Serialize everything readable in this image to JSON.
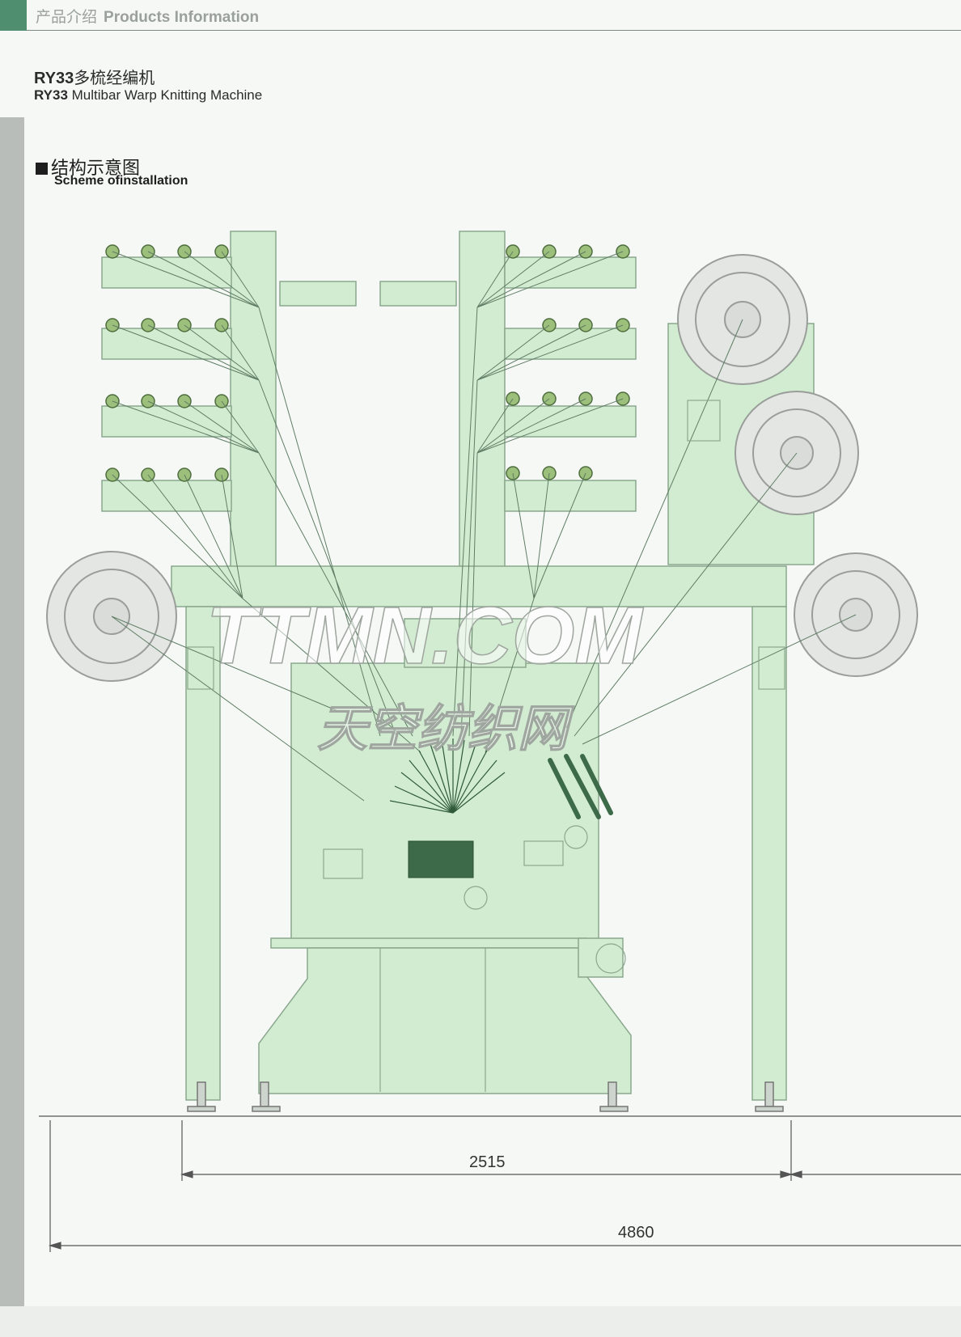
{
  "header": {
    "cn": "产品介绍",
    "en": "Products Information"
  },
  "title": {
    "model": "RY33",
    "cn_suffix": "多梳经编机",
    "en_suffix": "Multibar Warp Knitting Machine"
  },
  "section": {
    "cn": "结构示意图",
    "en": "Scheme ofinstallation"
  },
  "dimensions": {
    "inner": "2515",
    "outer": "4860"
  },
  "watermark": {
    "latin": "TTMN.COM",
    "cn": "天空纺织网"
  },
  "colors": {
    "fill": "#d2ecd1",
    "stroke": "#8aa88d",
    "line": "#5f7d64",
    "dark": "#3d6b4a",
    "accent": "#4f8f70"
  }
}
